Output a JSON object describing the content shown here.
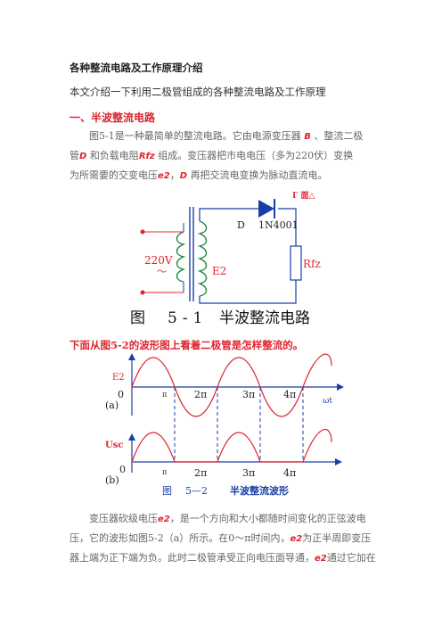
{
  "doc": {
    "title": "各种整流电路及工作原理介绍",
    "intro": "本文介绍一下利用二极管组成的各种整流电路及工作原理",
    "section1": "一、半波整流电路",
    "p1": {
      "l1a": "图5-1是一种最简单的整流电路。它由电源变压器",
      "B": "B",
      "l1b": "、整流二极",
      "l2a": "管",
      "D": "D",
      "l2b": "和负载电阻",
      "Rfz": "Rfz",
      "l2c": "组成。变压器把市电电压（多为220伏）变换",
      "l3a": "为所需要的交变电压",
      "e2": "e2",
      "sep": "，",
      "l3b": "再把交流电变换为脉动直流电。"
    },
    "wave_intro": "下面从图5-2的波形图上看着二极管是怎样整流的。",
    "p2": {
      "l1a": "变压器砍级电压",
      "e2": "e2",
      "l1b": "，是一个方向和大小都随时间变化的正弦波电",
      "l2": "压，它的波形如图5-2（a）所示。在0～π时间内，",
      "l2b": "为正半周即变压",
      "l3": "器上端为正下端为负。此时二极管承受正向电压面导通，",
      "l3b": "通过它加在"
    }
  },
  "circuit": {
    "top_label": "Γ 面△",
    "D_label": "D",
    "part": "1N4001",
    "src_label": "220V",
    "src_tilde": "～",
    "E2": "E2",
    "Rfz": "Rfz",
    "caption_fig": "图",
    "caption_num": "5-1",
    "caption_text": "半波整流电路"
  },
  "waveform": {
    "E2": "E2",
    "zero_a": "0",
    "label_a": "(a)",
    "pi": "π",
    "pi2": "2π",
    "pi3": "3π",
    "pi4": "4π",
    "omega_t": "ωt",
    "Usc": "Usc",
    "zero_b": "0",
    "label_b": "(b)",
    "caption_fig": "图",
    "caption_num": "5—2",
    "caption_text": "半波整流波形"
  },
  "colors": {
    "red": "#e0242e",
    "blue": "#1a3ea8",
    "dark": "#222222"
  }
}
